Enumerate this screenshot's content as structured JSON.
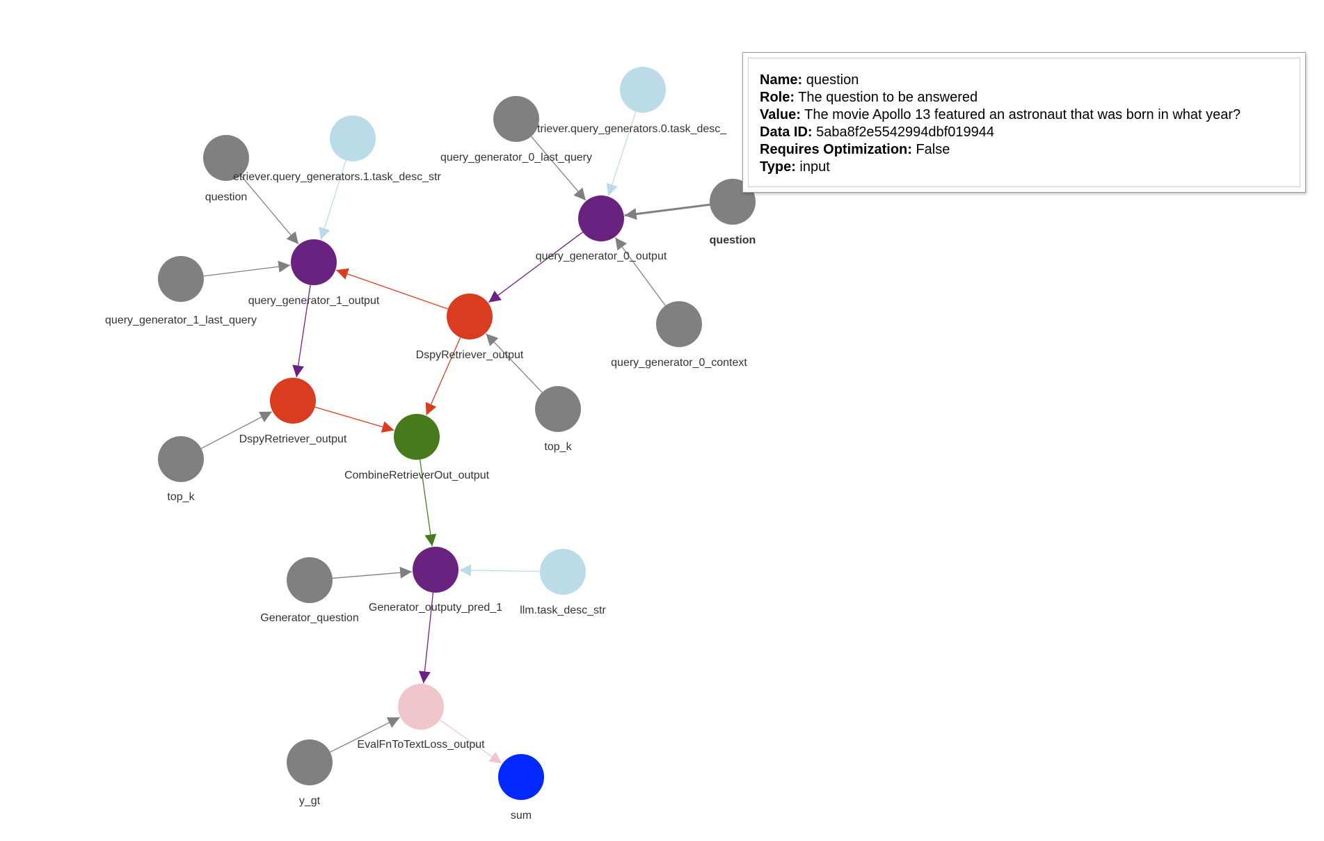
{
  "colors": {
    "grey": "#808080",
    "light_blue": "#bcdbe8",
    "purple": "#6a2280",
    "red_orange": "#d93c1e",
    "green": "#477a1a",
    "pink": "#f0c5cc",
    "blue": "#0028ff"
  },
  "nodes": [
    {
      "id": "q1",
      "label": "question",
      "color": "grey",
      "bold": false
    },
    {
      "id": "t1",
      "label": "etriever.query_generators.1.task_desc_str",
      "color": "light_blue",
      "bold": false
    },
    {
      "id": "lq1",
      "label": "query_generator_1_last_query",
      "color": "grey",
      "bold": false
    },
    {
      "id": "qg1",
      "label": "query_generator_1_output",
      "color": "purple",
      "bold": false
    },
    {
      "id": "lq0",
      "label": "query_generator_0_last_query",
      "color": "grey",
      "bold": false
    },
    {
      "id": "t0",
      "label": "triever.query_generators.0.task_desc_",
      "color": "light_blue",
      "bold": false
    },
    {
      "id": "qg0",
      "label": "query_generator_0_output",
      "color": "purple",
      "bold": false
    },
    {
      "id": "q0",
      "label": "question",
      "color": "grey",
      "bold": true
    },
    {
      "id": "ctx0",
      "label": "query_generator_0_context",
      "color": "grey",
      "bold": false
    },
    {
      "id": "dr0",
      "label": "DspyRetriever_output",
      "color": "red_orange",
      "bold": false
    },
    {
      "id": "tk0",
      "label": "top_k",
      "color": "grey",
      "bold": false
    },
    {
      "id": "dr1",
      "label": "DspyRetriever_output",
      "color": "red_orange",
      "bold": false
    },
    {
      "id": "tk1",
      "label": "top_k",
      "color": "grey",
      "bold": false
    },
    {
      "id": "comb",
      "label": "CombineRetrieverOut_output",
      "color": "green",
      "bold": false
    },
    {
      "id": "gq",
      "label": "Generator_question",
      "color": "grey",
      "bold": false
    },
    {
      "id": "gen",
      "label": "Generator_outputy_pred_1",
      "color": "purple",
      "bold": false
    },
    {
      "id": "llm",
      "label": "llm.task_desc_str",
      "color": "light_blue",
      "bold": false
    },
    {
      "id": "eval",
      "label": "EvalFnToTextLoss_output",
      "color": "pink",
      "bold": false
    },
    {
      "id": "ygt",
      "label": "y_gt",
      "color": "grey",
      "bold": false
    },
    {
      "id": "sum",
      "label": "sum",
      "color": "blue",
      "bold": false
    }
  ],
  "edges": [
    {
      "from": "q1",
      "to": "qg1",
      "color": "grey"
    },
    {
      "from": "t1",
      "to": "qg1",
      "color": "light_blue"
    },
    {
      "from": "lq1",
      "to": "qg1",
      "color": "grey"
    },
    {
      "from": "dr0",
      "to": "qg1",
      "color": "red_orange"
    },
    {
      "from": "lq0",
      "to": "qg0",
      "color": "grey"
    },
    {
      "from": "t0",
      "to": "qg0",
      "color": "light_blue"
    },
    {
      "from": "q0",
      "to": "qg0",
      "color": "grey",
      "bold": true
    },
    {
      "from": "ctx0",
      "to": "qg0",
      "color": "grey"
    },
    {
      "from": "qg0",
      "to": "dr0",
      "color": "purple"
    },
    {
      "from": "tk0",
      "to": "dr0",
      "color": "grey"
    },
    {
      "from": "qg1",
      "to": "dr1",
      "color": "purple"
    },
    {
      "from": "tk1",
      "to": "dr1",
      "color": "grey"
    },
    {
      "from": "dr1",
      "to": "comb",
      "color": "red_orange"
    },
    {
      "from": "dr0",
      "to": "comb",
      "color": "red_orange"
    },
    {
      "from": "comb",
      "to": "gen",
      "color": "green"
    },
    {
      "from": "gq",
      "to": "gen",
      "color": "grey"
    },
    {
      "from": "llm",
      "to": "gen",
      "color": "light_blue"
    },
    {
      "from": "gen",
      "to": "eval",
      "color": "purple"
    },
    {
      "from": "ygt",
      "to": "eval",
      "color": "grey"
    },
    {
      "from": "eval",
      "to": "sum",
      "color": "pink"
    }
  ],
  "tooltip": {
    "name_key": "Name:",
    "name_value": "question",
    "role_key": "Role:",
    "role_value": "The question to be answered",
    "value_key": "Value:",
    "value_value": "The movie Apollo 13 featured an astronaut that was born in what year?",
    "data_id_key": "Data ID:",
    "data_id_value": "5aba8f2e5542994dbf019944",
    "requires_opt_key": "Requires Optimization:",
    "requires_opt_value": "False",
    "type_key": "Type:",
    "type_value": "input"
  }
}
